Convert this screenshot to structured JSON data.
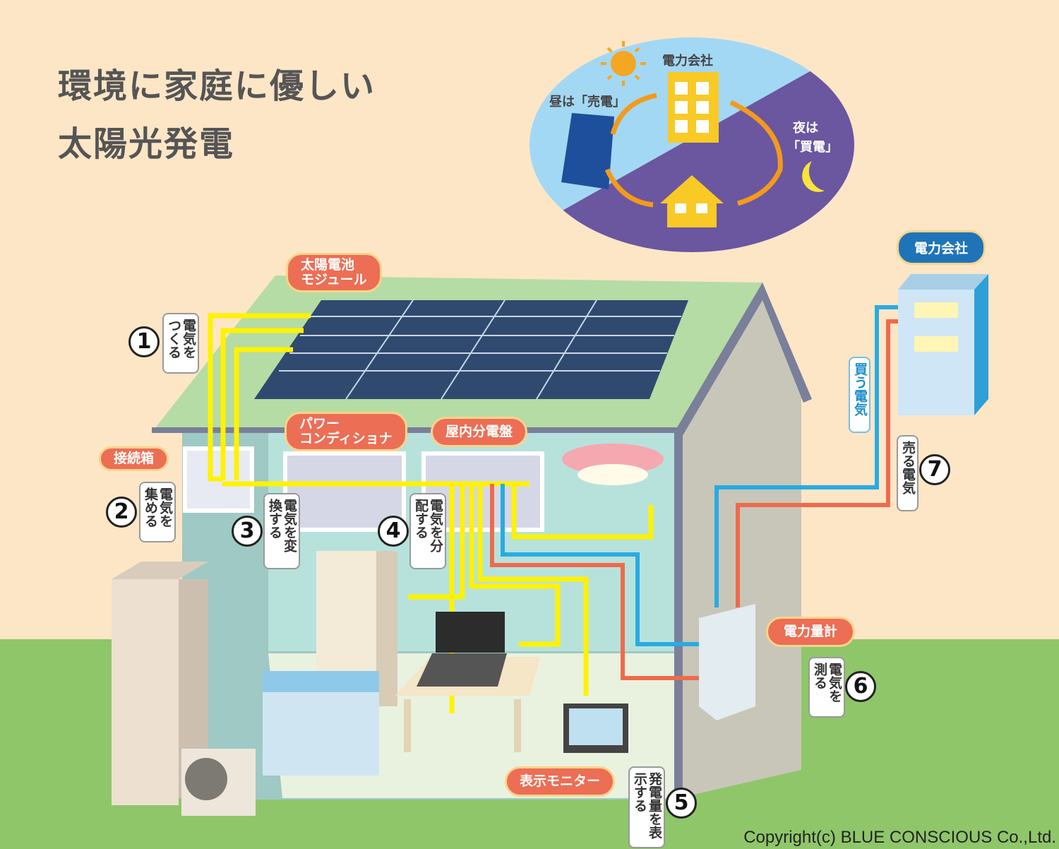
{
  "title": {
    "line1": "環境に家庭に優しい",
    "line2": "太陽光発電"
  },
  "inset": {
    "company": "電力会社",
    "day": "昼は「売電」",
    "night_line1": "夜は",
    "night_line2": "「買電」"
  },
  "labels": {
    "solar_module": "太陽電池\nモジュール",
    "junction_box": "接続箱",
    "power_conditioner": "パワー\nコンディショナ",
    "distribution_board": "屋内分電盤",
    "monitor": "表示モニター",
    "meter": "電力量計",
    "power_company": "電力会社"
  },
  "steps": [
    {
      "num": "1",
      "text": "電気をつくる"
    },
    {
      "num": "2",
      "text": "電気を集める"
    },
    {
      "num": "3",
      "text": "電気を変換する"
    },
    {
      "num": "4",
      "text": "電気を分配する"
    },
    {
      "num": "5",
      "text": "発電量を表示する"
    },
    {
      "num": "6",
      "text": "電気を測る"
    },
    {
      "num": "7",
      "text": "売る電気"
    }
  ],
  "buy_label": "買う電気",
  "copyright": "Copyright(c) BLUE CONSCIOUS Co.,Ltd.",
  "colors": {
    "bg": "#fde6c6",
    "grass": "#8fc66a",
    "roof": "#b5dca5",
    "panel": "#2f4a6e",
    "wire": "#fff200",
    "buy": "#29abe2",
    "sell": "#ee6b4d"
  }
}
